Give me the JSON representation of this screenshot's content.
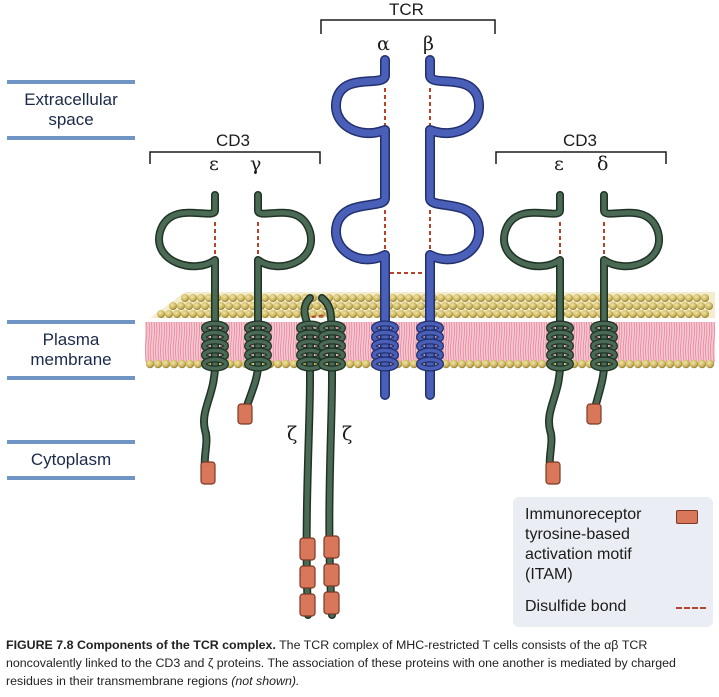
{
  "regions": {
    "extracellular": "Extracellular\nspace",
    "plasma": "Plasma\nmembrane",
    "cytoplasm": "Cytoplasm"
  },
  "groups": {
    "tcr": "TCR",
    "cd3_left": "CD3",
    "cd3_right": "CD3"
  },
  "chains": {
    "alpha": "α",
    "beta": "β",
    "cd3_left_a": "ε",
    "cd3_left_b": "γ",
    "cd3_right_a": "ε",
    "cd3_right_b": "δ",
    "zeta_1": "ζ",
    "zeta_2": "ζ"
  },
  "legend": {
    "itam": "Immunoreceptor\ntyrosine-based\nactivation motif\n(ITAM)",
    "disulfide": "Disulfide bond"
  },
  "caption": {
    "label": "FIGURE 7.8",
    "title": "Components of the TCR complex.",
    "text": " The TCR complex of MHC-restricted T cells consists of the αβ TCR noncovalently linked to the CD3 and ζ proteins. The association of these proteins with one another is mediated by charged residues in their transmembrane regions ",
    "note": "(not shown)."
  },
  "colors": {
    "tcr_chain": "#4a5fb8",
    "cd3_chain": "#3d5a45",
    "itam": "#d9775b",
    "disulfide": "#b8432b",
    "lipid_head": "#c9b25a",
    "lipid_tail": "#f0a8b8",
    "region_bar": "#6f95c4"
  }
}
